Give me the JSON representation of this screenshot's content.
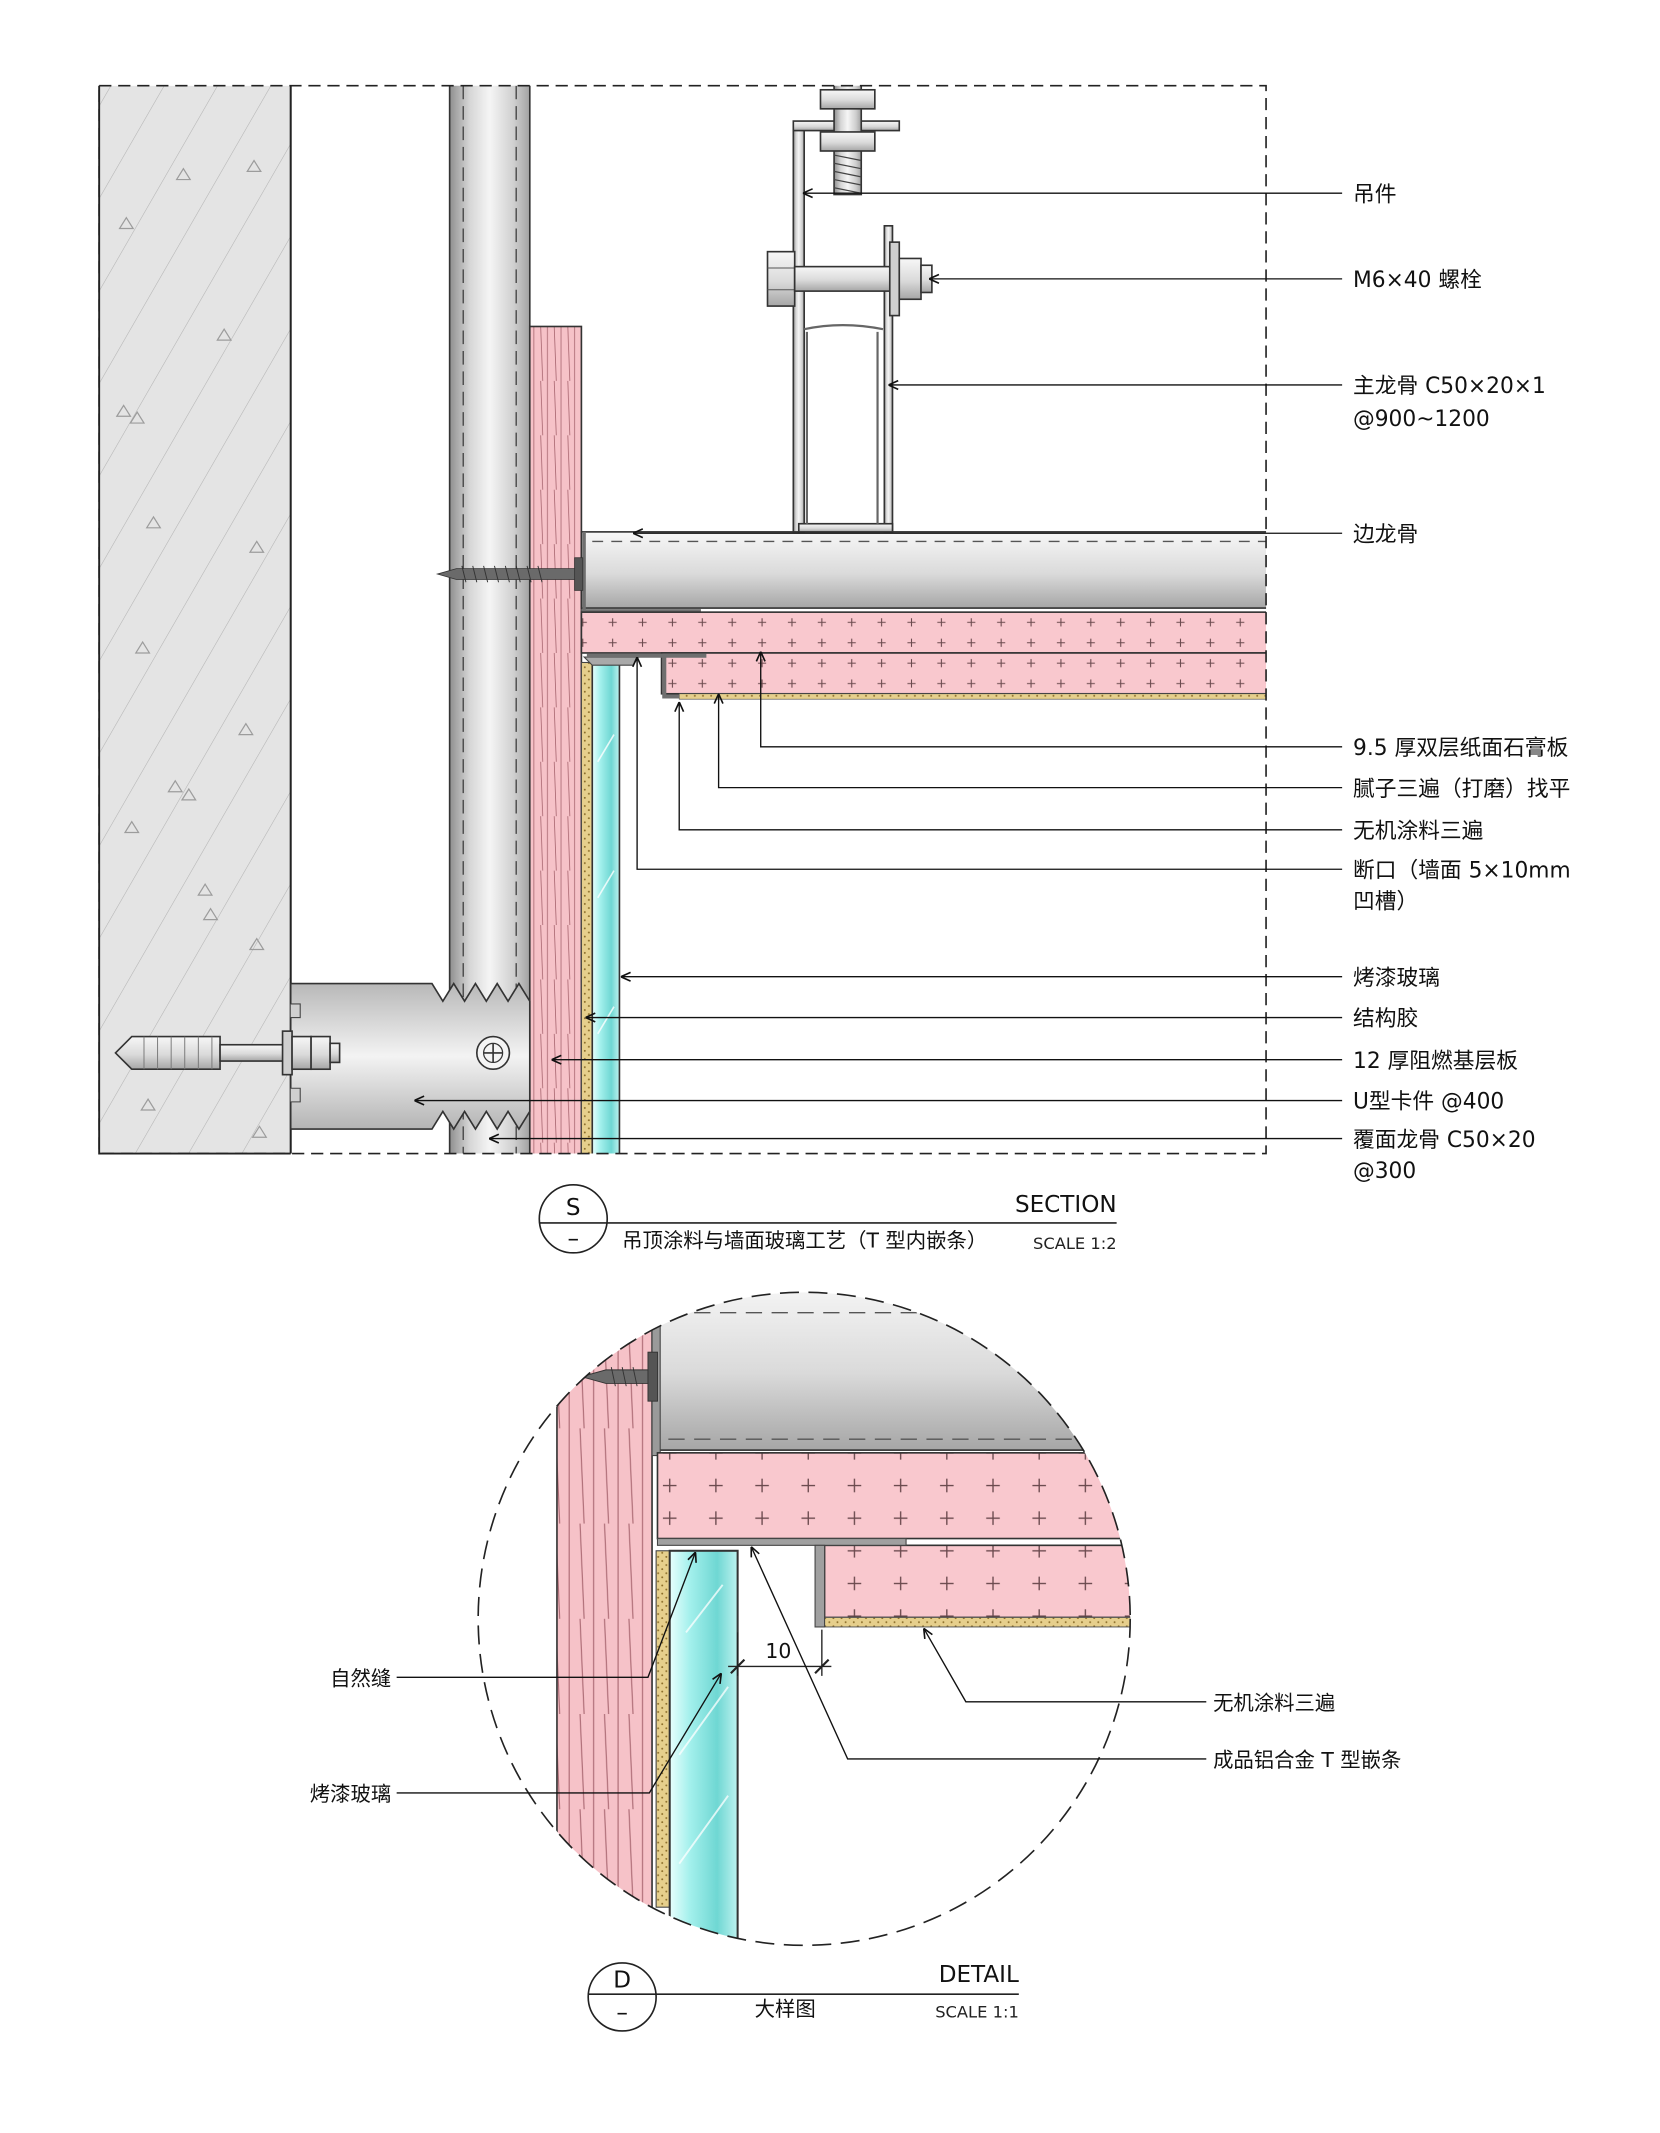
{
  "section": {
    "title": {
      "symbol": "S",
      "sub": "–",
      "kind": "SECTION",
      "name": "吊顶涂料与墙面玻璃工艺（T 型内嵌条）",
      "scale": "SCALE 1:2"
    },
    "labels": {
      "hanger": "吊件",
      "bolt": "M6×40 螺栓",
      "main_keel": [
        "主龙骨 C50×20×1",
        "@900~1200"
      ],
      "edge_keel": "边龙骨",
      "gypsum_board": "9.5 厚双层纸面石膏板",
      "putty": "腻子三遍（打磨）找平",
      "coating": "无机涂料三遍",
      "reveal": [
        "断口（墙面 5×10mm",
        "凹槽）"
      ],
      "lacquered_glass": "烤漆玻璃",
      "structural_glue": "结构胶",
      "base_board": "12 厚阻燃基层板",
      "u_clip": "U型卡件 @400",
      "cover_keel": [
        "覆面龙骨 C50×20",
        "@300"
      ]
    }
  },
  "detail": {
    "title": {
      "symbol": "D",
      "sub": "–",
      "kind": "DETAIL",
      "name": "大样图",
      "scale": "SCALE 1:1"
    },
    "labels": {
      "natural_joint": "自然缝",
      "lacquered_glass": "烤漆玻璃",
      "coating": "无机涂料三遍",
      "t_strip": "成品铝合金 T 型嵌条"
    },
    "dimension": "10"
  }
}
